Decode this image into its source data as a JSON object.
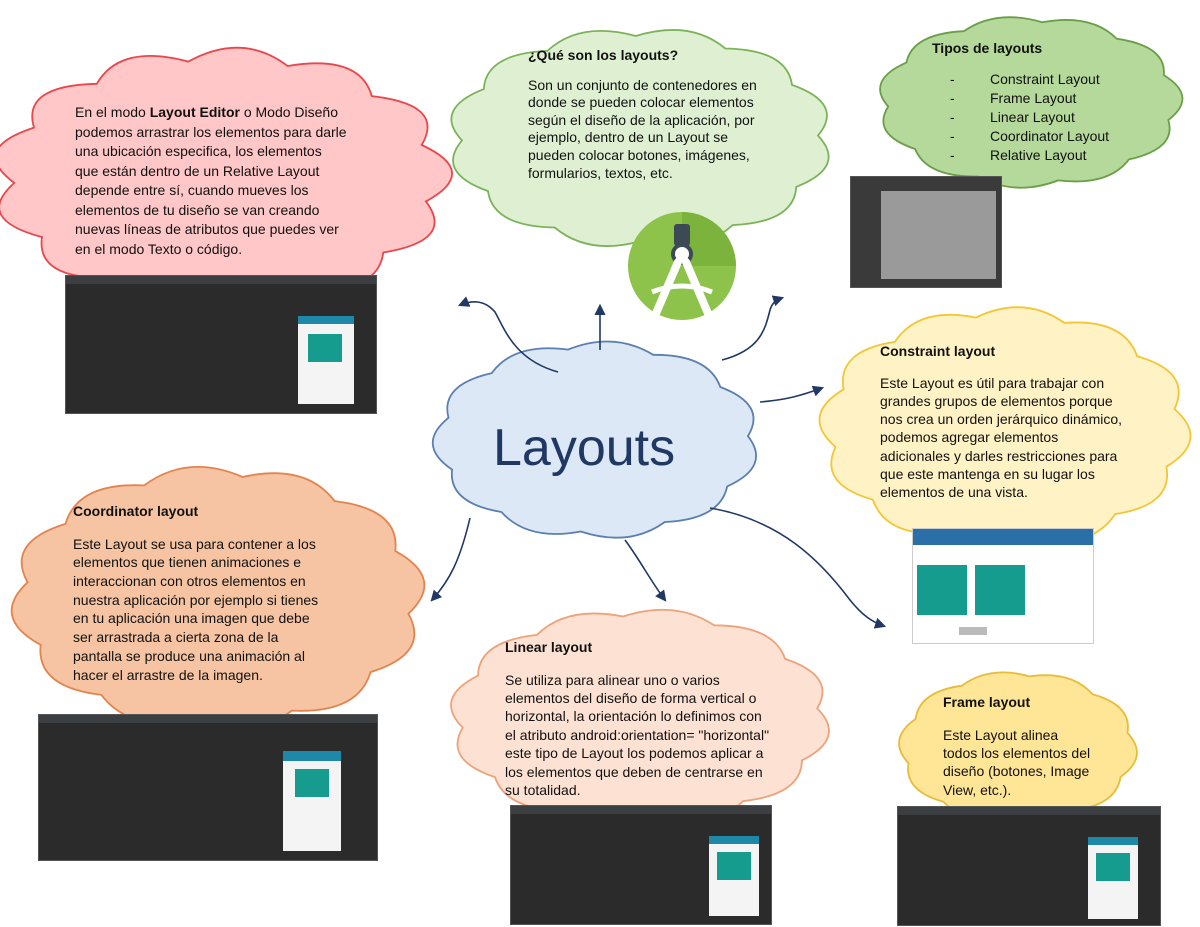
{
  "center": {
    "title": "Layouts"
  },
  "colors": {
    "red_fill": "#ffc7c7",
    "red_stroke": "#e8484c",
    "green_fill": "#dff0d2",
    "green_stroke": "#7cb35a",
    "dkgreen_fill": "#b5d99a",
    "dkgreen_stroke": "#6a9f4a",
    "blue_fill": "#dce8f5",
    "blue_stroke": "#5a7fb0",
    "yellow_fill": "#fff2c4",
    "yellow_stroke": "#f2c634",
    "orange_fill": "#f6c4a2",
    "orange_stroke": "#e3844f",
    "peach_fill": "#fde2d3",
    "peach_stroke": "#eda27a",
    "gold_fill": "#ffe596",
    "gold_stroke": "#e8bc3b",
    "arrow": "#1f3864"
  },
  "layout_editor": {
    "text_start": "En el modo ",
    "bold": "Layout Editor",
    "text_end": " o Modo Diseño podemos arrastrar los elementos para darle una ubicación especifica, los elementos que están dentro de un Relative Layout depende entre sí, cuando mueves los elementos de tu diseño se van creando nuevas líneas de atributos que puedes ver en el modo Texto o código."
  },
  "que_son": {
    "title": "¿Qué son los layouts?",
    "body": "Son un conjunto de contenedores en donde se pueden colocar elementos según el diseño de la aplicación, por ejemplo, dentro de un Layout se pueden colocar botones, imágenes, formularios, textos, etc."
  },
  "tipos": {
    "title": "Tipos de layouts",
    "items": [
      "Constraint Layout",
      "Frame Layout",
      "Linear Layout",
      "Coordinator Layout",
      "Relative Layout"
    ]
  },
  "constraint": {
    "title": "Constraint layout",
    "body": "Este Layout es útil para trabajar con grandes grupos de elementos porque nos crea un orden jerárquico dinámico, podemos agregar elementos adicionales y darles restricciones para que este mantenga en su lugar los elementos de una vista."
  },
  "coordinator": {
    "title": "Coordinator layout",
    "body": "Este Layout se usa para contener a los elementos que tienen animaciones e interaccionan con otros elementos en nuestra aplicación por ejemplo si tienes en tu aplicación una imagen que debe ser arrastrada a cierta zona de la pantalla se produce una animación al hacer el arrastre de la imagen."
  },
  "linear": {
    "title": "Linear layout",
    "body": "Se utiliza para alinear uno o varios elementos del diseño de forma vertical o horizontal, la orientación lo definimos con el atributo android:orientation= \"horizontal\" este tipo de Layout los podemos aplicar a los elementos que deben de centrarse en su totalidad."
  },
  "frame": {
    "title": "Frame layout",
    "body": "Este Layout alinea todos los elementos del diseño (botones, Image View, etc.)."
  }
}
